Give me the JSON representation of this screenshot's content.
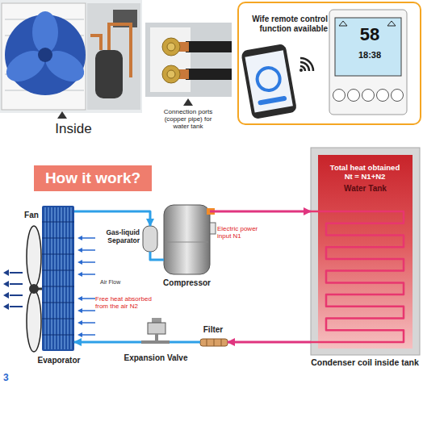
{
  "diagram": {
    "nodes": [
      {
        "text": [
          "Inside"
        ]
      },
      {
        "text": [
          "Connection ports (copper pipe) for water tank"
        ]
      },
      {
        "text": [
          "Wife remote control function available"
        ]
      },
      {
        "text": [
          "58",
          "18:38"
        ],
        "in": 2
      },
      {
        "text": [
          "How it work?"
        ]
      },
      {
        "text": [
          "Total heat obtained Nt = N1+N2",
          "Water Tank",
          "Condenser coil inside tank"
        ]
      },
      {
        "text": [
          "Fan"
        ]
      },
      {
        "text": [
          "Evaporator"
        ]
      },
      {
        "text": [
          "Gas-liquid Separator"
        ]
      },
      {
        "text": [
          "Compressor"
        ]
      },
      {
        "text": [
          "Filter"
        ]
      },
      {
        "text": [
          "Expansion Valve"
        ]
      }
    ],
    "edges": [
      {
        "from": 7,
        "to": 8,
        "arrow": "to"
      },
      {
        "from": 8,
        "to": 9,
        "arrow": "none"
      },
      {
        "from": 9,
        "to": 5,
        "arrow": "to"
      },
      {
        "from": 5,
        "to": 10,
        "arrow": "to"
      },
      {
        "from": 10,
        "to": 11,
        "arrow": "none"
      },
      {
        "from": 11,
        "to": 7,
        "arrow": "to"
      }
    ],
    "labels": [
      "Air Flow",
      "Free heat absorbed from the air N2",
      "Electric power input N1",
      "3"
    ]
  }
}
